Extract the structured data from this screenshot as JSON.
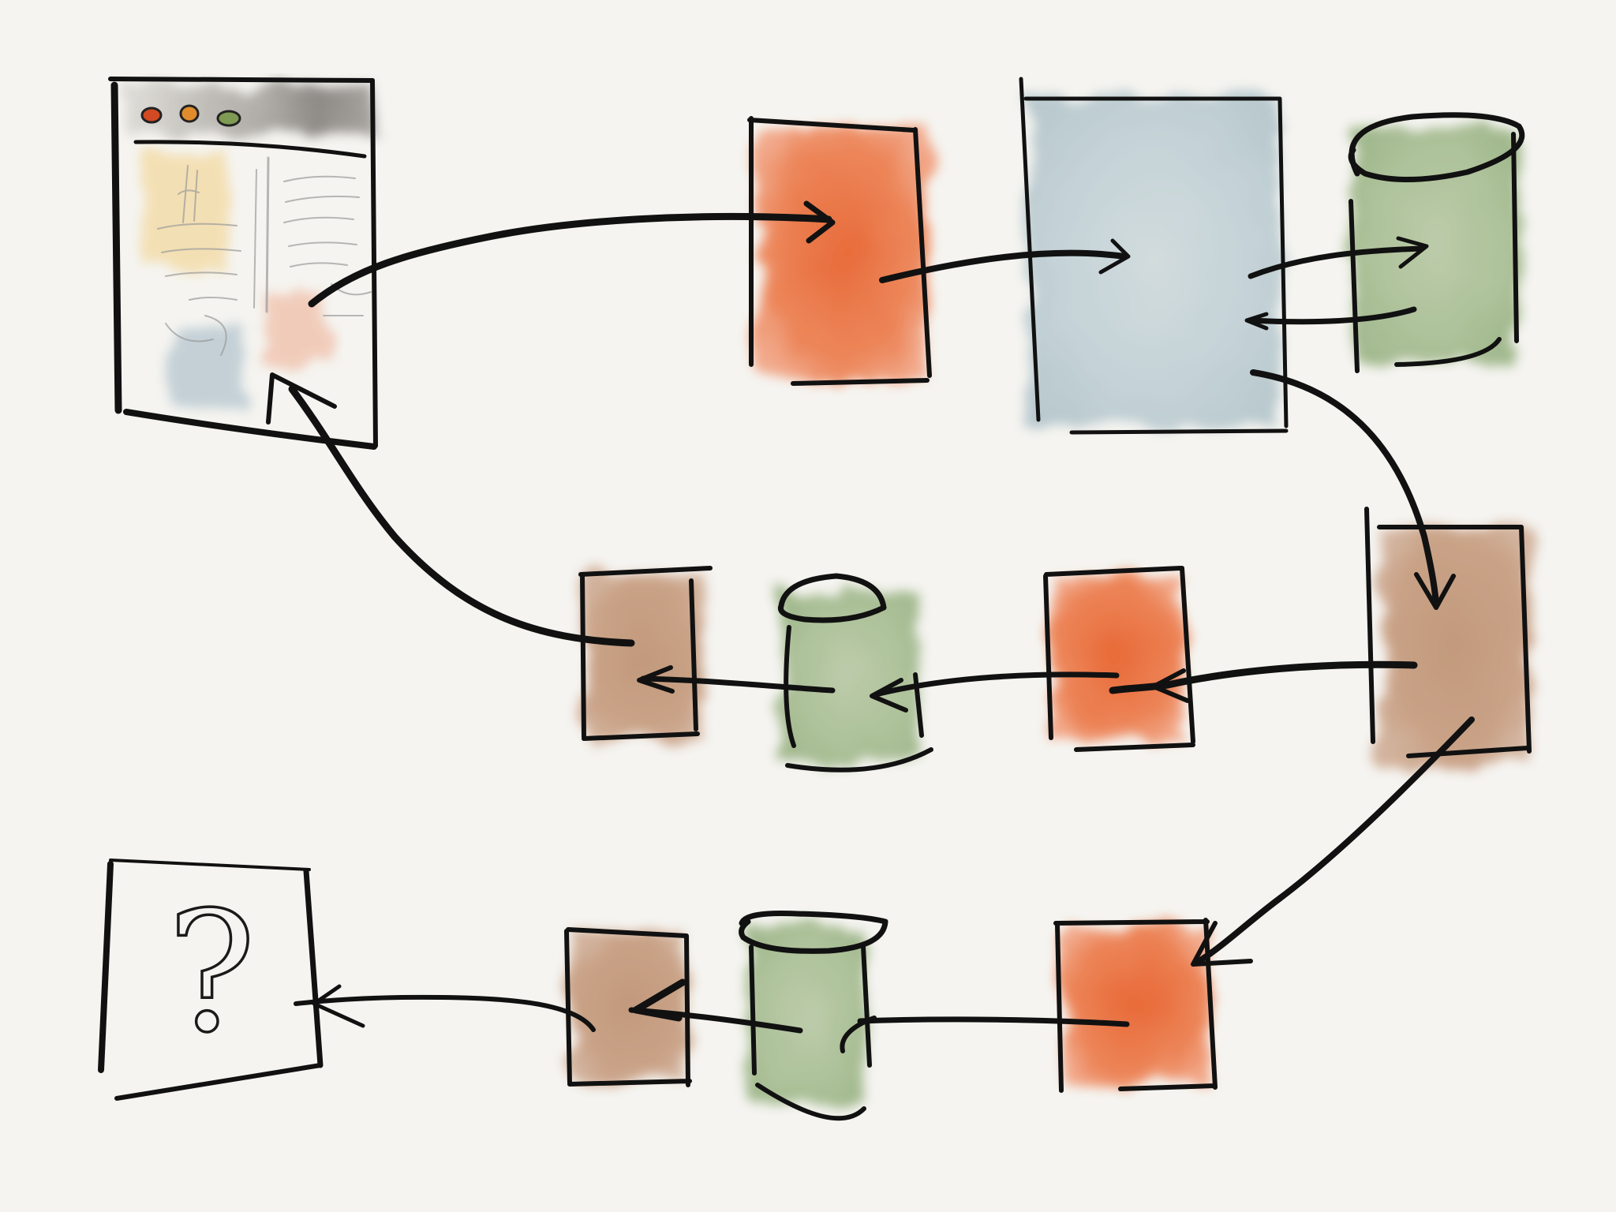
{
  "colors": {
    "paper": "#f5f4f0",
    "ink": "#111111",
    "orange": "#e8703f",
    "blue_gray": "#c3d1d6",
    "green": "#a9bf95",
    "brown": "#c09577",
    "browser_bar": "#8e8b86",
    "dot_red": "#d24a23",
    "dot_orange": "#e08c2c",
    "dot_green": "#7f9a52"
  },
  "nodes": [
    {
      "id": "browser-window",
      "kind": "browser",
      "icon": "browser-window-icon"
    },
    {
      "id": "orange-box-top",
      "kind": "box",
      "color": "orange"
    },
    {
      "id": "blue-box-top",
      "kind": "box",
      "color": "blue_gray"
    },
    {
      "id": "green-cylinder-top",
      "kind": "database",
      "color": "green",
      "icon": "database-icon"
    },
    {
      "id": "brown-box-right",
      "kind": "box",
      "color": "brown"
    },
    {
      "id": "orange-box-mid",
      "kind": "box",
      "color": "orange"
    },
    {
      "id": "green-cylinder-mid",
      "kind": "database",
      "color": "green",
      "icon": "database-icon"
    },
    {
      "id": "brown-box-mid",
      "kind": "box",
      "color": "brown"
    },
    {
      "id": "orange-box-bottom",
      "kind": "box",
      "color": "orange"
    },
    {
      "id": "green-cylinder-bottom",
      "kind": "database",
      "color": "green",
      "icon": "database-icon"
    },
    {
      "id": "brown-box-bottom",
      "kind": "box",
      "color": "brown"
    },
    {
      "id": "unknown-box",
      "kind": "box",
      "color": "none",
      "icon": "question-mark-icon"
    }
  ],
  "edges": [
    {
      "from": "browser-window",
      "to": "orange-box-top"
    },
    {
      "from": "orange-box-top",
      "to": "blue-box-top"
    },
    {
      "from": "blue-box-top",
      "to": "green-cylinder-top"
    },
    {
      "from": "green-cylinder-top",
      "to": "blue-box-top"
    },
    {
      "from": "blue-box-top",
      "to": "brown-box-right"
    },
    {
      "from": "brown-box-right",
      "to": "orange-box-mid"
    },
    {
      "from": "orange-box-mid",
      "to": "green-cylinder-mid"
    },
    {
      "from": "green-cylinder-mid",
      "to": "brown-box-mid"
    },
    {
      "from": "brown-box-mid",
      "to": "browser-window"
    },
    {
      "from": "brown-box-right",
      "to": "orange-box-bottom"
    },
    {
      "from": "orange-box-bottom",
      "to": "green-cylinder-bottom"
    },
    {
      "from": "green-cylinder-bottom",
      "to": "brown-box-bottom"
    },
    {
      "from": "brown-box-bottom",
      "to": "unknown-box"
    }
  ],
  "unknown_box_symbol": "?"
}
